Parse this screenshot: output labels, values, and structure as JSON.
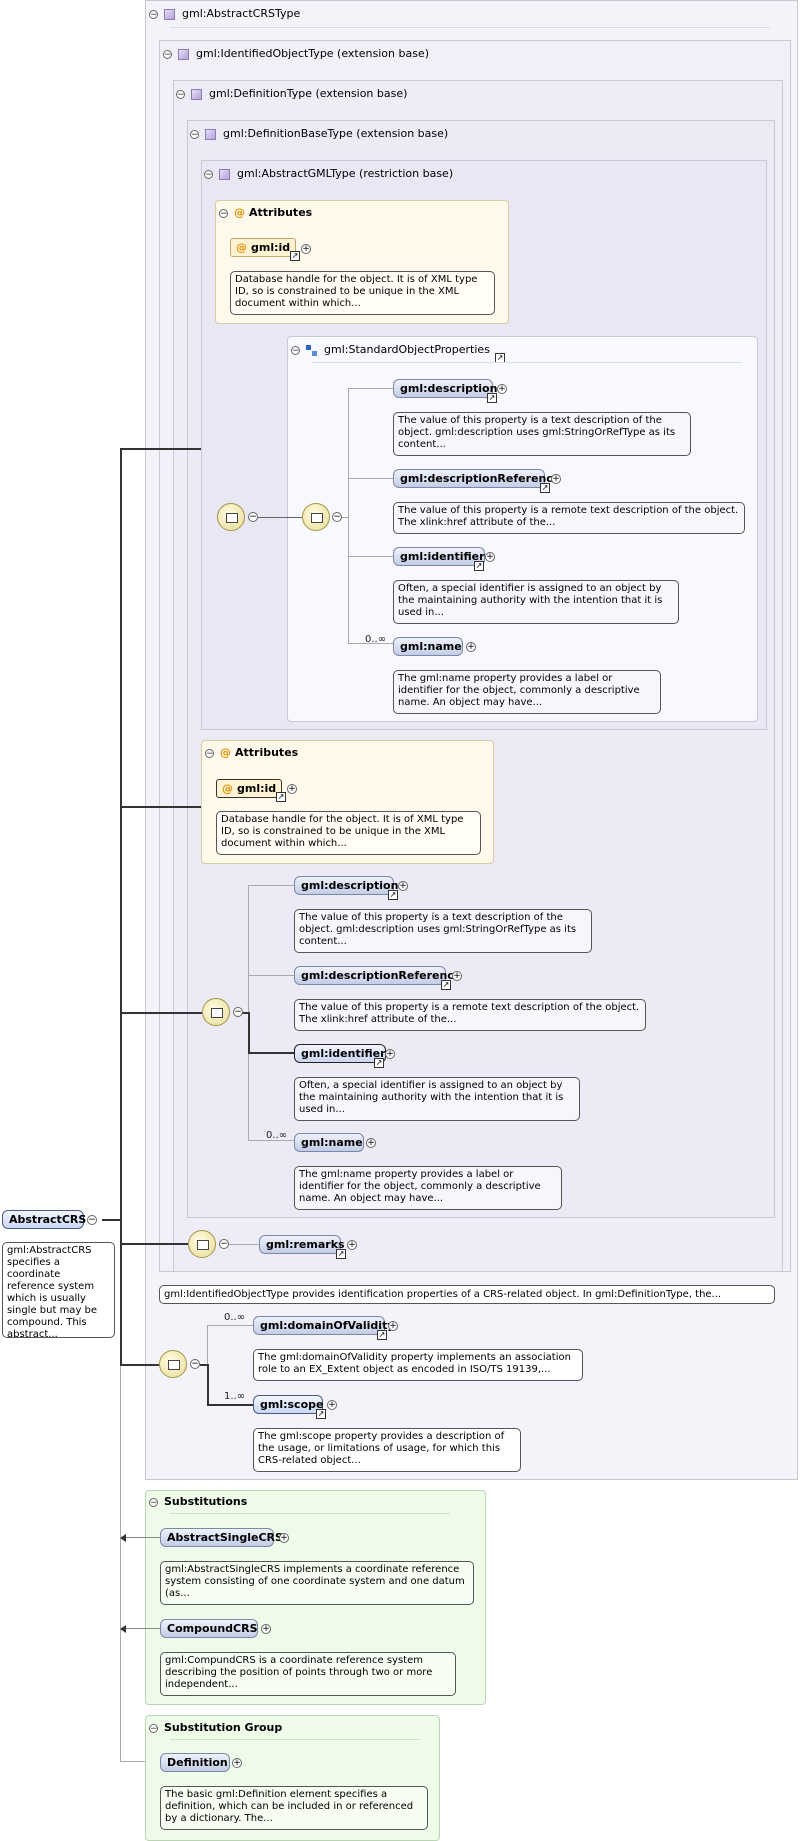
{
  "toggle_symbol": "−",
  "plus_symbol": "+",
  "arrow_symbol": "↗",
  "root": {
    "label": "AbstractCRS",
    "doc": "gml:AbstractCRS specifies a coordinate reference system which is usually single but may be compound. This abstract..."
  },
  "type_boxes": {
    "abstract_crs_type": "gml:AbstractCRSType",
    "identified_object_type": "gml:IdentifiedObjectType (extension base)",
    "definition_type": "gml:DefinitionType (extension base)",
    "definition_base_type": "gml:DefinitionBaseType (extension base)",
    "abstract_gml_type": "gml:AbstractGMLType (restriction base)"
  },
  "attributes_label": "Attributes",
  "gml_id": {
    "label": "gml:id",
    "doc": "Database handle for the object. It is of XML type ID, so is constrained to be unique in the XML document within which..."
  },
  "standard_object_properties": "gml:StandardObjectProperties",
  "elements": {
    "description": {
      "label": "gml:description",
      "doc": "The value of this property is a text description of the object. gml:description uses gml:StringOrRefType as its content..."
    },
    "description_reference": {
      "label": "gml:descriptionReference",
      "doc": "The value of this property is a remote text description of the object. The xlink:href attribute of the..."
    },
    "identifier": {
      "label": "gml:identifier",
      "doc": "Often, a special identifier is assigned to an object by the maintaining authority with the intention that it is used in..."
    },
    "name": {
      "label": "gml:name",
      "cardinality": "0..∞",
      "doc": "The gml:name property provides a label or identifier for the object, commonly a descriptive name. An object may have..."
    },
    "remarks": {
      "label": "gml:remarks"
    },
    "domain_of_validity": {
      "label": "gml:domainOfValidity",
      "cardinality": "0..∞",
      "doc": "The gml:domainOfValidity property implements an association role to an EX_Extent object as encoded in ISO/TS 19139,..."
    },
    "scope": {
      "label": "gml:scope",
      "cardinality": "1..∞",
      "doc": "The gml:scope property provides a description of the usage, or limitations of usage, for which this CRS-related object..."
    }
  },
  "identified_object_doc": "gml:IdentifiedObjectType provides identification properties of a CRS-related object. In gml:DefinitionType, the...",
  "substitutions": {
    "title": "Substitutions",
    "items": [
      {
        "label": "AbstractSingleCRS",
        "doc": "gml:AbstractSingleCRS implements a coordinate reference system consisting of one coordinate system and one datum (as..."
      },
      {
        "label": "CompoundCRS",
        "doc": "gml:CompundCRS is a coordinate reference system describing the position of points through two or more independent..."
      }
    ]
  },
  "substitution_group": {
    "title": "Substitution Group",
    "item": {
      "label": "Definition",
      "doc": "The basic gml:Definition element specifies a definition, which can be included in or referenced by a dictionary. The..."
    }
  }
}
